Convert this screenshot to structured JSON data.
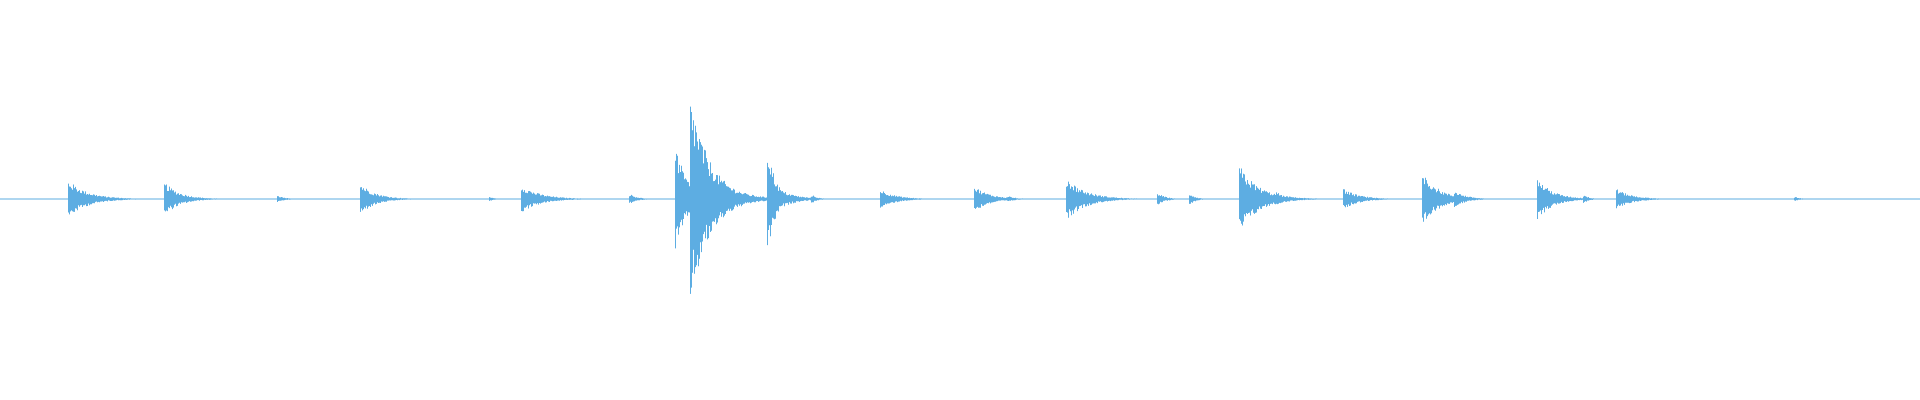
{
  "waveform": {
    "color": "#5dade2",
    "background": "#ffffff",
    "duration_fraction_axis": "time",
    "baseline_amplitude": 0.004,
    "events": [
      {
        "t": 0.036,
        "amp": 0.18,
        "decay": 0.01
      },
      {
        "t": 0.05,
        "amp": 0.02,
        "decay": 0.004
      },
      {
        "t": 0.086,
        "amp": 0.16,
        "decay": 0.008
      },
      {
        "t": 0.145,
        "amp": 0.03,
        "decay": 0.004
      },
      {
        "t": 0.188,
        "amp": 0.15,
        "decay": 0.008
      },
      {
        "t": 0.255,
        "amp": 0.02,
        "decay": 0.003
      },
      {
        "t": 0.272,
        "amp": 0.13,
        "decay": 0.01
      },
      {
        "t": 0.328,
        "amp": 0.05,
        "decay": 0.004
      },
      {
        "t": 0.352,
        "amp": 0.52,
        "decay": 0.006
      },
      {
        "t": 0.36,
        "amp": 1.0,
        "decay": 0.01
      },
      {
        "t": 0.4,
        "amp": 0.52,
        "decay": 0.004
      },
      {
        "t": 0.408,
        "amp": 0.08,
        "decay": 0.008
      },
      {
        "t": 0.423,
        "amp": 0.04,
        "decay": 0.003
      },
      {
        "t": 0.459,
        "amp": 0.09,
        "decay": 0.008
      },
      {
        "t": 0.508,
        "amp": 0.12,
        "decay": 0.008
      },
      {
        "t": 0.525,
        "amp": 0.03,
        "decay": 0.004
      },
      {
        "t": 0.556,
        "amp": 0.2,
        "decay": 0.01
      },
      {
        "t": 0.603,
        "amp": 0.06,
        "decay": 0.004
      },
      {
        "t": 0.62,
        "amp": 0.05,
        "decay": 0.003
      },
      {
        "t": 0.646,
        "amp": 0.32,
        "decay": 0.01
      },
      {
        "t": 0.665,
        "amp": 0.07,
        "decay": 0.004
      },
      {
        "t": 0.7,
        "amp": 0.1,
        "decay": 0.008
      },
      {
        "t": 0.741,
        "amp": 0.28,
        "decay": 0.008
      },
      {
        "t": 0.758,
        "amp": 0.08,
        "decay": 0.006
      },
      {
        "t": 0.801,
        "amp": 0.2,
        "decay": 0.008
      },
      {
        "t": 0.825,
        "amp": 0.04,
        "decay": 0.003
      },
      {
        "t": 0.842,
        "amp": 0.1,
        "decay": 0.008
      },
      {
        "t": 0.935,
        "amp": 0.02,
        "decay": 0.003
      }
    ]
  }
}
